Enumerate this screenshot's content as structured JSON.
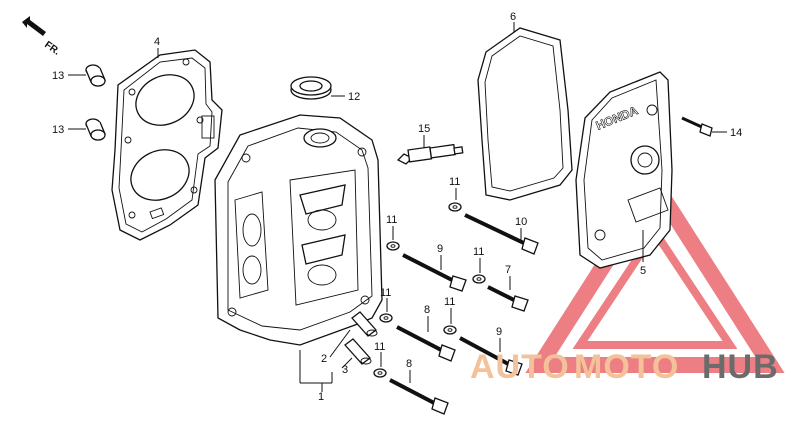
{
  "direction_label": "FR.",
  "watermark": {
    "part1": "AUTO",
    "part2": "MOTO",
    "part3": "HUB",
    "accent_color": "#e8545a"
  },
  "cover_emboss": "HONDA",
  "callouts": {
    "c1": "1",
    "c2": "2",
    "c3": "3",
    "c4": "4",
    "c5": "5",
    "c6": "6",
    "c7": "7",
    "c8a": "8",
    "c8b": "8",
    "c9a": "9",
    "c9b": "9",
    "c10": "10",
    "c11a": "11",
    "c11b": "11",
    "c11c": "11",
    "c11d": "11",
    "c11e": "11",
    "c11f": "11",
    "c12": "12",
    "c13a": "13",
    "c13b": "13",
    "c14": "14",
    "c15": "15"
  }
}
